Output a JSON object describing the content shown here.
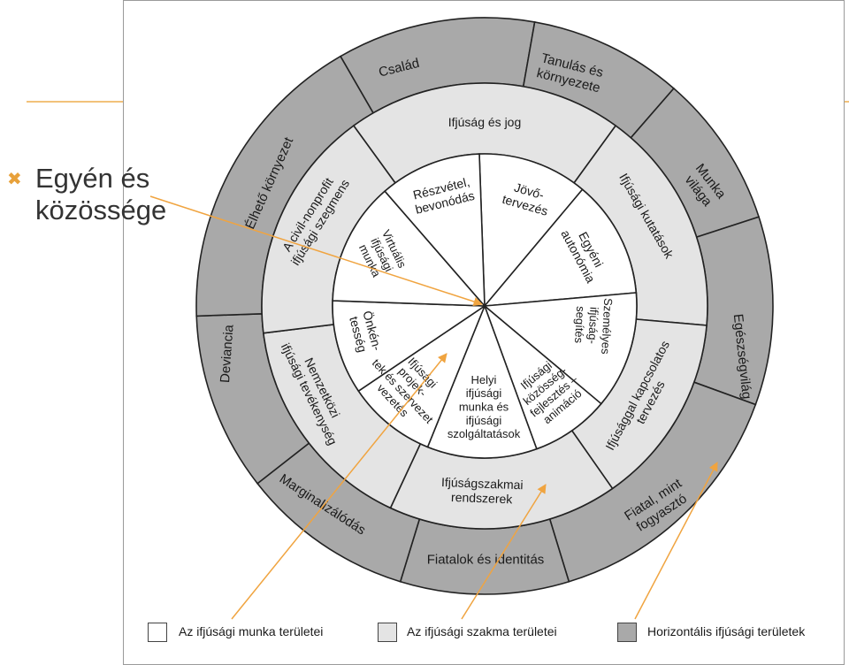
{
  "bullet": {
    "icon": "x-bullet-icon",
    "text_line1": "Egyén és",
    "text_line2": "közössége"
  },
  "colors": {
    "outer": "#a9a9a9",
    "middle": "#e4e4e4",
    "inner": "#ffffff",
    "arrow": "#f0a440",
    "stroke": "#222222"
  },
  "outer_ring": [
    "Család",
    "Tanulás és környezete",
    "Munka világa",
    "Egészségvilág",
    "Fiatal, mint fogyasztó",
    "Fiatalok és identitás",
    "Marginalizálódás",
    "Deviancia",
    "Élhető környezet"
  ],
  "middle_ring": [
    "Ifjúság és jog",
    "Ifjúsági kutatások",
    "Ifjúsággal kapcsolatos tervezés",
    "Ifjúságszakmai rendszerek",
    "Nemzetközi ifjúsági tevékenység",
    "A civil-nonprofit ifjúsági szegmens"
  ],
  "inner_ring": [
    "Részvétel, bevonódás",
    "Jövő-tervezés",
    "Egyéni autonómia",
    "Személyes ifjúság-segítés",
    "Ifjúsági közösség-fejlesztés – animáció",
    "Helyi ifjúsági munka és ifjúsági szolgáltatások",
    "Ifjúsági projek-tek és szervezet vezetés",
    "Önkén-tesség",
    "Virtuális ifjúsági munka"
  ],
  "legend": [
    {
      "label": "Az ifjúsági munka területei",
      "color": "#ffffff"
    },
    {
      "label": "Az ifjúsági szakma területei",
      "color": "#e4e4e4"
    },
    {
      "label": "Horizontális ifjúsági területek",
      "color": "#a9a9a9"
    }
  ]
}
